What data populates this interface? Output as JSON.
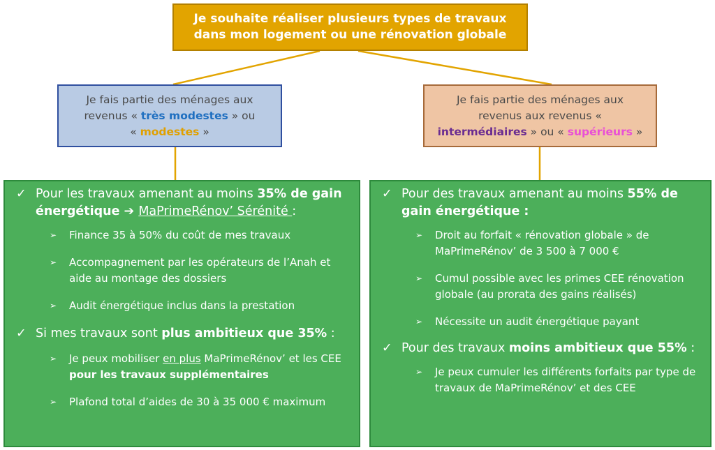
{
  "top": {
    "line1": "Je souhaite réaliser plusieurs types de travaux",
    "line2": "dans mon logement ou une rénovation globale"
  },
  "left_category": {
    "p1": "Je fais partie des ménages aux",
    "p2": "revenus « ",
    "bold1": "très modestes",
    "p3": " » ou",
    "p4": "« ",
    "bold2": "modestes",
    "p5": " »"
  },
  "right_category": {
    "p1": "Je fais partie des ménages aux",
    "p2": "revenus aux revenus «",
    "bold1": "intermédiaires",
    "p3": " » ou « ",
    "bold2": "supérieurs",
    "p4": " »"
  },
  "left_panel": {
    "item1": {
      "pre": "Pour les travaux amenant au moins ",
      "bold": "35% de gain énergétique",
      "arrow": " ➔ ",
      "link": "MaPrimeRénov’ Sérénité ",
      "post": ":"
    },
    "sub1": [
      "Finance 35 à 50% du coût de mes travaux",
      "Accompagnement par les opérateurs de l’Anah et aide au montage des dossiers",
      "Audit énergétique inclus dans la prestation"
    ],
    "item2": {
      "pre": "Si mes travaux sont ",
      "bold": "plus ambitieux que 35%",
      "post": " :"
    },
    "sub2": {
      "a_pre": "Je peux mobiliser ",
      "a_u": "en plus",
      "a_mid": " MaPrimeRénov’ et les CEE ",
      "a_bold": "pour les travaux supplémentaires",
      "b": "Plafond total d’aides de 30 à 35 000 € maximum"
    }
  },
  "right_panel": {
    "item1": {
      "pre": "Pour des travaux amenant au moins ",
      "bold": "55% de gain énergétique :"
    },
    "sub1": [
      "Droit au forfait « rénovation globale » de MaPrimeRénov’ de 3 500 à 7 000 €",
      "Cumul possible avec les primes CEE rénovation globale (au prorata des gains réalisés)",
      "Nécessite un audit énergétique payant"
    ],
    "item2": {
      "pre": "Pour des travaux ",
      "bold": "moins ambitieux que 55%",
      "post": " :"
    },
    "sub2": [
      "Je peux cumuler les différents forfaits par type de travaux de MaPrimeRénov’ et des CEE"
    ]
  },
  "colors": {
    "top_box": "#e2a400",
    "left_category_box": "#b9cbe4",
    "right_category_box": "#efc5a4",
    "panels": "#4caf5a",
    "connector": "#e2a400"
  }
}
